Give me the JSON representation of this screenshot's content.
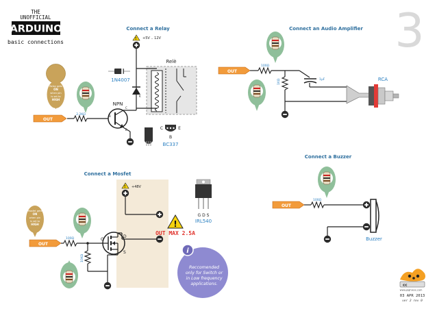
{
  "header": {
    "line1": "THE",
    "line2": "UNOFFICIAL",
    "brand": "ARDUINO",
    "subtitle": "basic connections",
    "page_number": "3"
  },
  "relay": {
    "title": "Connect a Relay",
    "supply": "+5V .. 12V",
    "diode": "1N4007",
    "relay_label": "Relè",
    "transistor_type": "NPN",
    "transistor_model": "BC337",
    "pin_c": "C",
    "pin_b": "B",
    "pin_e": "E",
    "base_resistor": "2.2KΩ",
    "pin_label_b": "B",
    "pin_label_c": "C",
    "pin_label_e": "E",
    "out_label": "OUT",
    "note": [
      "Relay gets",
      "ON",
      "when pin",
      "is set to",
      "HIGH"
    ]
  },
  "audio": {
    "title": "Connect an Audio Amplifier",
    "resistor1": "100Ω",
    "resistor2": "1KΩ",
    "capacitor": "1µF",
    "connector": "RCA",
    "out_label": "OUT"
  },
  "mosfet": {
    "title": "Connect a Mosfet",
    "supply": "+48V",
    "gate_resistor": "100Ω",
    "pulldown_resistor": "10KΩ",
    "pin_g": "G",
    "pin_d": "D",
    "pin_s": "S",
    "pins": "G D S",
    "model": "IRL540",
    "warning": "OUT MAX 2.5A",
    "out_label": "OUT",
    "note": [
      "Mosfet gets",
      "ON",
      "when pin",
      "is set to",
      "HIGH"
    ],
    "info_icon_text": "i",
    "info": [
      "Reccomended",
      "only for  Switch or",
      "in Low frequency",
      "applications."
    ]
  },
  "buzzer": {
    "title": "Connect a Buzzer",
    "resistor": "100Ω",
    "label": "Buzzer",
    "out_label": "OUT"
  },
  "footer": {
    "cc": "cc",
    "url": "www.pighixxx.com",
    "date": "03 APR 2013",
    "version": "ver 2 rev 0"
  },
  "colors": {
    "accent": "#2a7fc1",
    "title": "#2e6f9e",
    "out_orange": "#f29b3b",
    "pin_green": "#8fbf9a",
    "note_tan": "#c9a35a",
    "shade": "#f4ead8",
    "warning_red": "#e0312a",
    "warning_yellow": "#f5d20c",
    "rca_red": "#e33a36",
    "info_purple": "#8e8ad1"
  }
}
